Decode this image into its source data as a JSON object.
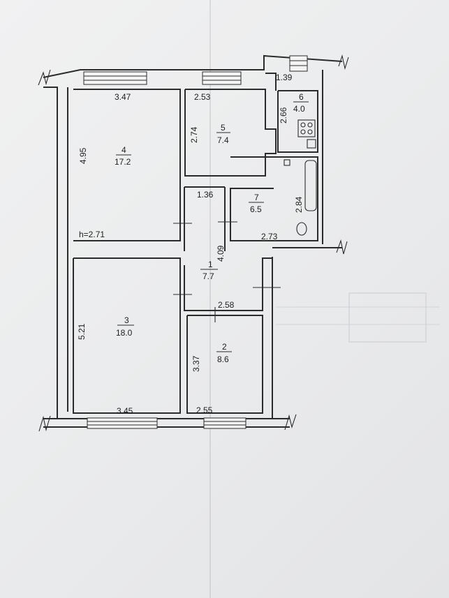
{
  "plan": {
    "ceiling_height": "h=2.71",
    "rooms": [
      {
        "num": "1",
        "area": "7.7"
      },
      {
        "num": "2",
        "area": "8.6"
      },
      {
        "num": "3",
        "area": "18.0"
      },
      {
        "num": "4",
        "area": "17.2"
      },
      {
        "num": "5",
        "area": "7.4"
      },
      {
        "num": "6",
        "area": "4.0"
      },
      {
        "num": "7",
        "area": "6.5"
      }
    ],
    "dims": {
      "r4_top": "3.47",
      "r4_side": "4.95",
      "r5_top": "2.53",
      "r5_side": "2.74",
      "r6_top": "1.39",
      "r6_side": "2.66",
      "r7_side": "2.84",
      "r7_bottom": "2.73",
      "corridor_top": "1.36",
      "corridor_side": "4.09",
      "r2_top": "2.58",
      "r2_side": "3.37",
      "r2_bottom": "2.55",
      "r3_side": "5.21",
      "r3_bottom": "3.45"
    }
  }
}
